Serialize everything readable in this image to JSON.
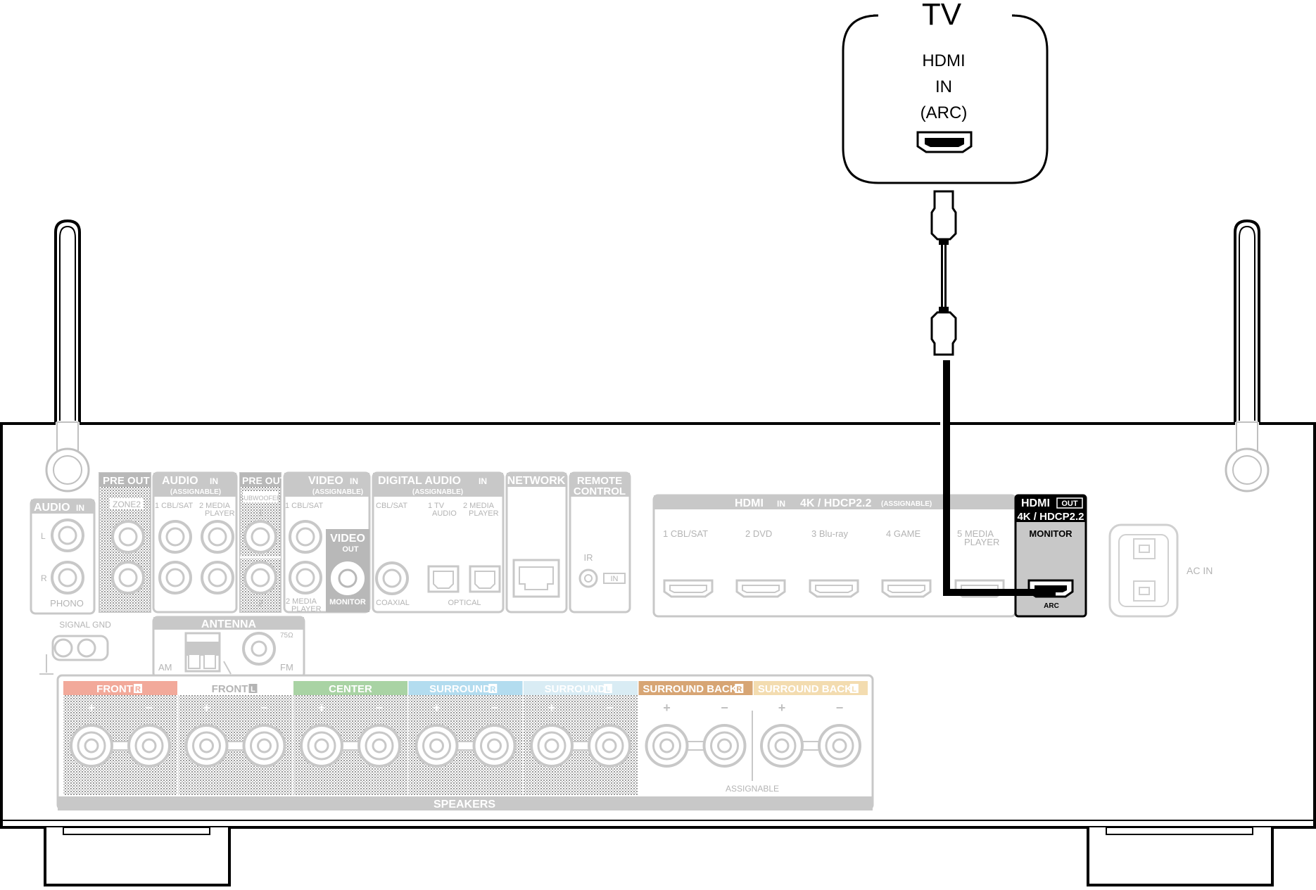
{
  "tv": {
    "title": "TV",
    "port_line1": "HDMI",
    "port_line2": "IN",
    "port_line3": "(ARC)"
  },
  "receiver": {
    "audio_in": {
      "title": "AUDIO",
      "tag": "IN",
      "l": "L",
      "r": "R",
      "phono": "PHONO"
    },
    "signal_gnd": "SIGNAL GND",
    "pre_out_zone2": {
      "title": "PRE OUT",
      "sub": "ZONE2"
    },
    "audio_assignable": {
      "title": "AUDIO",
      "tag": "IN",
      "sub": "(ASSIGNABLE)",
      "in1": "1 CBL/SAT",
      "in2a": "2  MEDIA",
      "in2b": "PLAYER"
    },
    "pre_out_sub": {
      "title": "PRE OUT",
      "sub": "SUBWOOFER",
      "n1": "1",
      "n2": "2"
    },
    "video_in": {
      "title": "VIDEO",
      "tag": "IN",
      "sub": "(ASSIGNABLE)",
      "in1": "1 CBL/SAT",
      "in2a": "2  MEDIA",
      "in2b": "PLAYER"
    },
    "video_out": {
      "title": "VIDEO",
      "tag": "OUT",
      "monitor": "MONITOR"
    },
    "digital_audio": {
      "title": "DIGITAL AUDIO",
      "tag": "IN",
      "sub": "(ASSIGNABLE)",
      "cbl": "CBL/SAT",
      "tv1": "1   TV",
      "tv2": "AUDIO",
      "mp1": "2  MEDIA",
      "mp2": "PLAYER",
      "coaxial": "COAXIAL",
      "optical": "OPTICAL"
    },
    "network": "NETWORK",
    "remote": {
      "line1": "REMOTE",
      "line2": "CONTROL",
      "ir": "IR",
      "in": "IN"
    },
    "antenna": {
      "title": "ANTENNA",
      "am": "AM",
      "fm": "FM",
      "ohm": "75Ω"
    },
    "hdmi_in": {
      "title": "HDMI",
      "tag": "IN",
      "spec": "4K / HDCP2.2",
      "assignable": "(ASSIGNABLE)",
      "ports": [
        "1  CBL/SAT",
        "2  DVD",
        "3  Blu-ray",
        "4  GAME",
        "5  MEDIA"
      ],
      "port5_line2": "PLAYER"
    },
    "hdmi_out": {
      "title": "HDMI",
      "tag": "OUT",
      "spec": "4K / HDCP2.2",
      "monitor": "MONITOR",
      "arc": "ARC"
    },
    "ac_in": "AC IN",
    "speakers": {
      "title": "SPEAKERS",
      "assignable": "ASSIGNABLE",
      "plus": "+",
      "minus": "−",
      "channels": [
        {
          "name": "FRONT",
          "side": "R",
          "color": "#f2a99a"
        },
        {
          "name": "FRONT",
          "side": "L",
          "color": "#ffffff"
        },
        {
          "name": "CENTER",
          "side": "",
          "color": "#a9d3a4"
        },
        {
          "name": "SURROUND",
          "side": "R",
          "color": "#b3dcef"
        },
        {
          "name": "SURROUND",
          "side": "L",
          "color": "#d9ecf4"
        },
        {
          "name": "SURROUND BACK",
          "side": "R",
          "color": "#d7a574"
        },
        {
          "name": "SURROUND BACK",
          "side": "L",
          "color": "#f3dcb0"
        }
      ]
    }
  }
}
